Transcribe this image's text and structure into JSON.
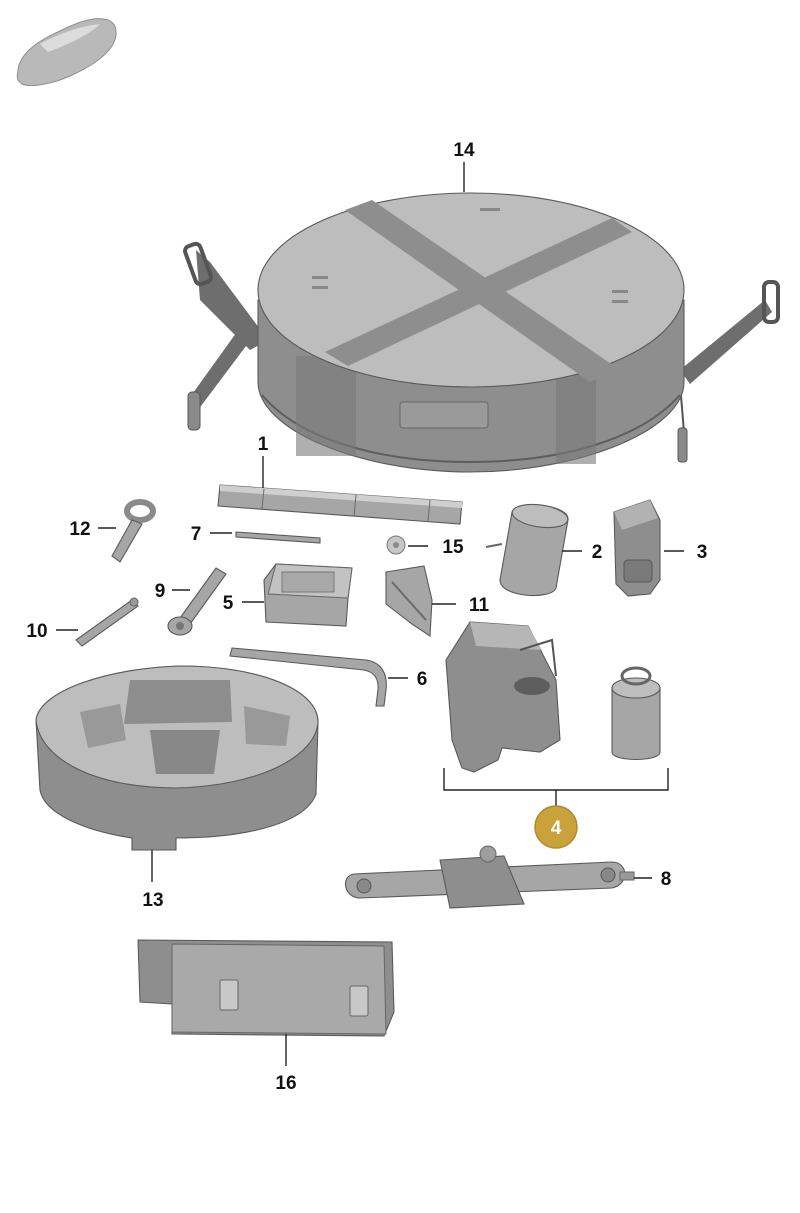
{
  "diagram": {
    "selected_part": "4",
    "colors": {
      "selected_badge": "#c9a23c",
      "part_fill": "#a8a8a8",
      "strap": "#6b6b6b",
      "leader": "#222222"
    },
    "icons": {
      "car_thumbnail": "car-silhouette-icon"
    },
    "labels": [
      {
        "num": "1"
      },
      {
        "num": "2"
      },
      {
        "num": "3"
      },
      {
        "num": "4"
      },
      {
        "num": "5"
      },
      {
        "num": "6"
      },
      {
        "num": "7"
      },
      {
        "num": "8"
      },
      {
        "num": "9"
      },
      {
        "num": "10"
      },
      {
        "num": "11"
      },
      {
        "num": "12"
      },
      {
        "num": "13"
      },
      {
        "num": "14"
      },
      {
        "num": "15"
      },
      {
        "num": "16"
      }
    ]
  }
}
